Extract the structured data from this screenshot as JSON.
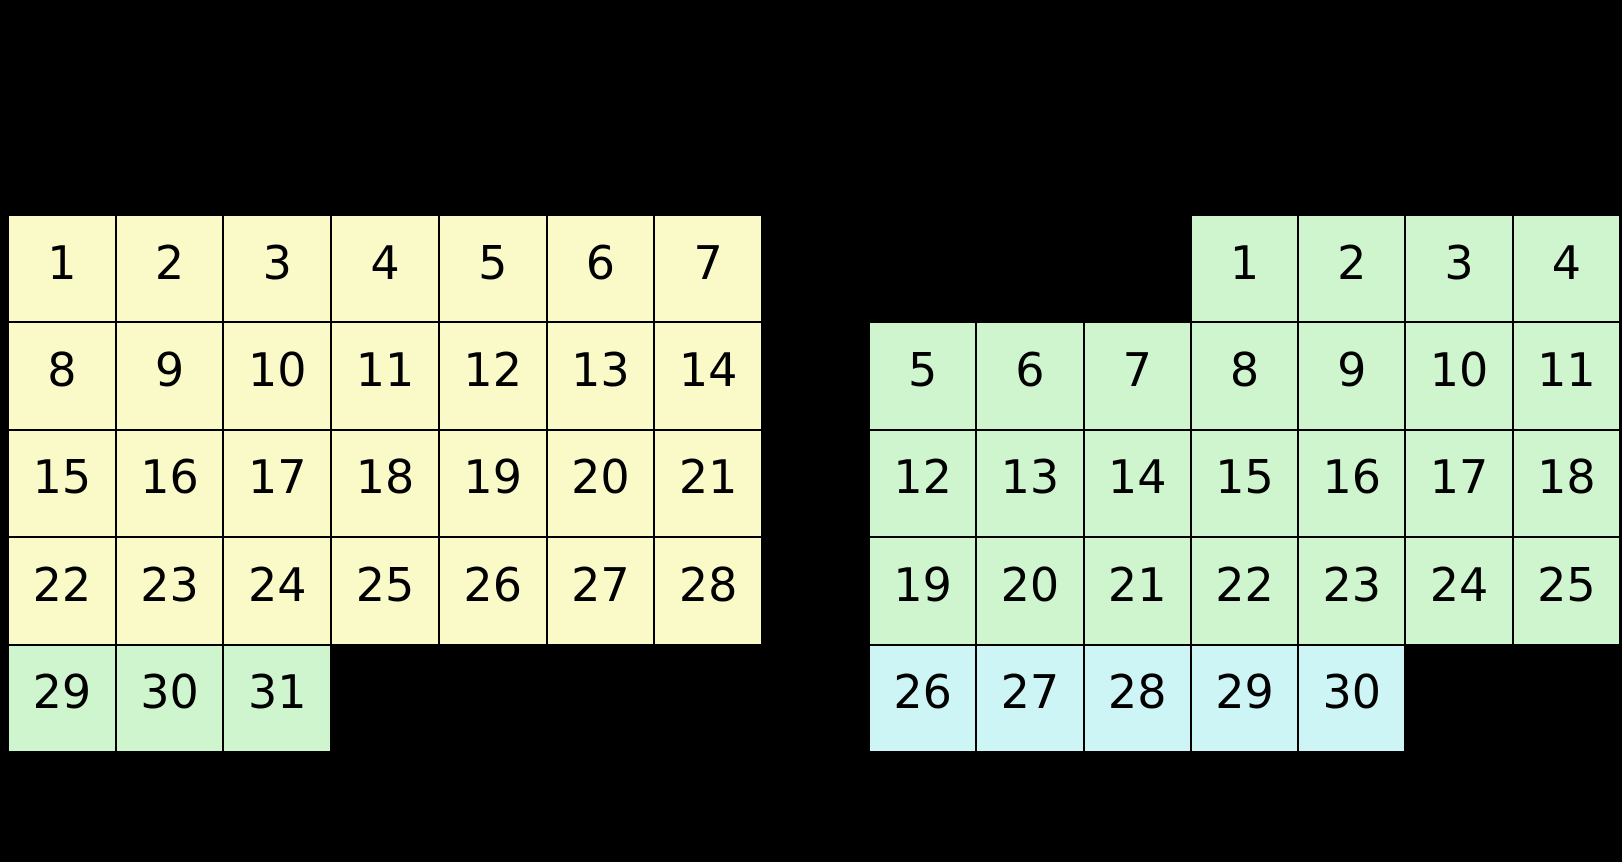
{
  "colors": {
    "background": "#000000",
    "gridline": "#000000",
    "text": "#000000",
    "yellow": "#FAFAC9",
    "green": "#CEF5CE",
    "blue": "#CDF5F6"
  },
  "grids": [
    {
      "name": "left-month-grid",
      "columns": 7,
      "rows": [
        [
          {
            "value": "1",
            "color": "yellow"
          },
          {
            "value": "2",
            "color": "yellow"
          },
          {
            "value": "3",
            "color": "yellow"
          },
          {
            "value": "4",
            "color": "yellow"
          },
          {
            "value": "5",
            "color": "yellow"
          },
          {
            "value": "6",
            "color": "yellow"
          },
          {
            "value": "7",
            "color": "yellow"
          }
        ],
        [
          {
            "value": "8",
            "color": "yellow"
          },
          {
            "value": "9",
            "color": "yellow"
          },
          {
            "value": "10",
            "color": "yellow"
          },
          {
            "value": "11",
            "color": "yellow"
          },
          {
            "value": "12",
            "color": "yellow"
          },
          {
            "value": "13",
            "color": "yellow"
          },
          {
            "value": "14",
            "color": "yellow"
          }
        ],
        [
          {
            "value": "15",
            "color": "yellow"
          },
          {
            "value": "16",
            "color": "yellow"
          },
          {
            "value": "17",
            "color": "yellow"
          },
          {
            "value": "18",
            "color": "yellow"
          },
          {
            "value": "19",
            "color": "yellow"
          },
          {
            "value": "20",
            "color": "yellow"
          },
          {
            "value": "21",
            "color": "yellow"
          }
        ],
        [
          {
            "value": "22",
            "color": "yellow"
          },
          {
            "value": "23",
            "color": "yellow"
          },
          {
            "value": "24",
            "color": "yellow"
          },
          {
            "value": "25",
            "color": "yellow"
          },
          {
            "value": "26",
            "color": "yellow"
          },
          {
            "value": "27",
            "color": "yellow"
          },
          {
            "value": "28",
            "color": "yellow"
          }
        ],
        [
          {
            "value": "29",
            "color": "green"
          },
          {
            "value": "30",
            "color": "green"
          },
          {
            "value": "31",
            "color": "green"
          },
          null,
          null,
          null,
          null
        ]
      ]
    },
    {
      "name": "right-month-grid",
      "columns": 7,
      "rows": [
        [
          null,
          null,
          null,
          {
            "value": "1",
            "color": "green"
          },
          {
            "value": "2",
            "color": "green"
          },
          {
            "value": "3",
            "color": "green"
          },
          {
            "value": "4",
            "color": "green"
          }
        ],
        [
          {
            "value": "5",
            "color": "green"
          },
          {
            "value": "6",
            "color": "green"
          },
          {
            "value": "7",
            "color": "green"
          },
          {
            "value": "8",
            "color": "green"
          },
          {
            "value": "9",
            "color": "green"
          },
          {
            "value": "10",
            "color": "green"
          },
          {
            "value": "11",
            "color": "green"
          }
        ],
        [
          {
            "value": "12",
            "color": "green"
          },
          {
            "value": "13",
            "color": "green"
          },
          {
            "value": "14",
            "color": "green"
          },
          {
            "value": "15",
            "color": "green"
          },
          {
            "value": "16",
            "color": "green"
          },
          {
            "value": "17",
            "color": "green"
          },
          {
            "value": "18",
            "color": "green"
          }
        ],
        [
          {
            "value": "19",
            "color": "green"
          },
          {
            "value": "20",
            "color": "green"
          },
          {
            "value": "21",
            "color": "green"
          },
          {
            "value": "22",
            "color": "green"
          },
          {
            "value": "23",
            "color": "green"
          },
          {
            "value": "24",
            "color": "green"
          },
          {
            "value": "25",
            "color": "green"
          }
        ],
        [
          {
            "value": "26",
            "color": "blue"
          },
          {
            "value": "27",
            "color": "blue"
          },
          {
            "value": "28",
            "color": "blue"
          },
          {
            "value": "29",
            "color": "blue"
          },
          {
            "value": "30",
            "color": "blue"
          },
          null,
          null
        ]
      ]
    }
  ]
}
